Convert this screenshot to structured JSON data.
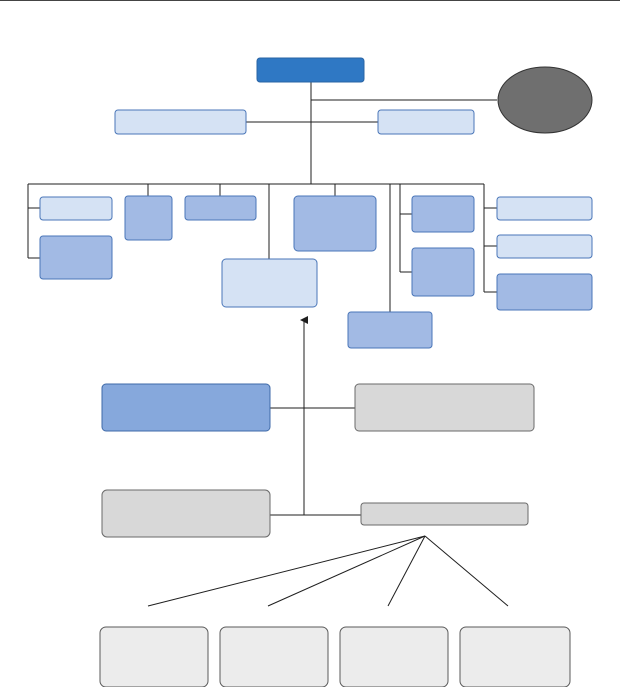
{
  "colors": {
    "top_box": "#2f78c4",
    "light_box": "#d5e2f4",
    "mid_box": "#a2bae4",
    "strong_box": "#86a8dc",
    "gray_box": "#d8d8d8",
    "light_gray_box": "#ececec",
    "oval": "#6f6f6f",
    "line": "#1f1f1f"
  },
  "diagram": {
    "title": "",
    "nodes": [
      {
        "id": "top-box",
        "label": ""
      },
      {
        "id": "oval-node",
        "label": ""
      },
      {
        "id": "left-sub-box",
        "label": ""
      },
      {
        "id": "right-sub-box",
        "label": ""
      },
      {
        "id": "left-branch-box-1",
        "label": ""
      },
      {
        "id": "left-branch-box-2",
        "label": ""
      },
      {
        "id": "branch-box-2",
        "label": ""
      },
      {
        "id": "branch-box-3",
        "label": ""
      },
      {
        "id": "center-low-box",
        "label": ""
      },
      {
        "id": "center-box",
        "label": ""
      },
      {
        "id": "low-box",
        "label": ""
      },
      {
        "id": "right-branch-box-1",
        "label": ""
      },
      {
        "id": "right-branch-box-2",
        "label": ""
      },
      {
        "id": "far-right-box-1",
        "label": ""
      },
      {
        "id": "far-right-box-2",
        "label": ""
      },
      {
        "id": "far-right-box-3",
        "label": ""
      },
      {
        "id": "mid-blue-box",
        "label": ""
      },
      {
        "id": "mid-gray-box",
        "label": ""
      },
      {
        "id": "lower-gray-box",
        "label": ""
      },
      {
        "id": "wide-bar-box",
        "label": ""
      },
      {
        "id": "bottom-box-1",
        "label": ""
      },
      {
        "id": "bottom-box-2",
        "label": ""
      },
      {
        "id": "bottom-box-3",
        "label": ""
      },
      {
        "id": "bottom-box-4",
        "label": ""
      }
    ]
  }
}
